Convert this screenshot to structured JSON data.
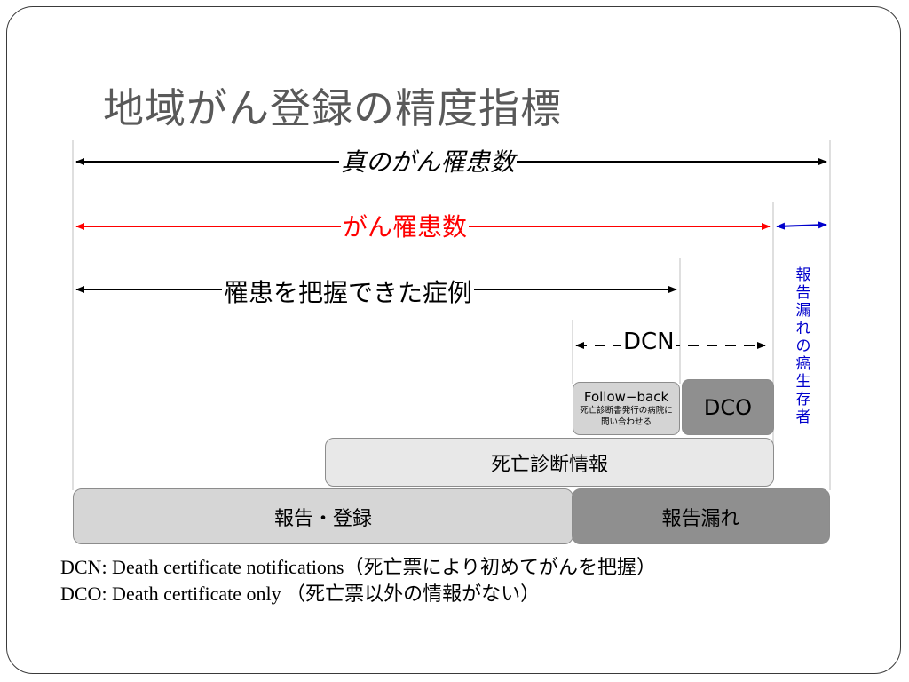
{
  "slide": {
    "title": "地域がん登録の精度指標"
  },
  "diagram": {
    "arrows": {
      "true_incidence": "真のがん罹患数",
      "registered_incidence": "がん罹患数",
      "grasped_cases": "罹患を把握できた症例",
      "dcn": "DCN"
    },
    "vertical_label": "報告漏れの癌生存者",
    "boxes": {
      "follow_back_title": "Follow−back",
      "follow_back_sub": "死亡診断書発行の病院に問い合わせる",
      "dco": "DCO",
      "death_certificate_info": "死亡診断情報",
      "report_registration": "報告・登録",
      "report_missing": "報告漏れ"
    },
    "colors": {
      "red_arrow": "#ff0000",
      "blue_arrow": "#0000cc",
      "dark_box": "#8f8f8f",
      "light_box": "#d6d6d6"
    }
  },
  "footnotes": {
    "dcn": "DCN: Death certificate notifications（死亡票により初めてがんを把握）",
    "dco": "DCO: Death certificate only （死亡票以外の情報がない）"
  }
}
